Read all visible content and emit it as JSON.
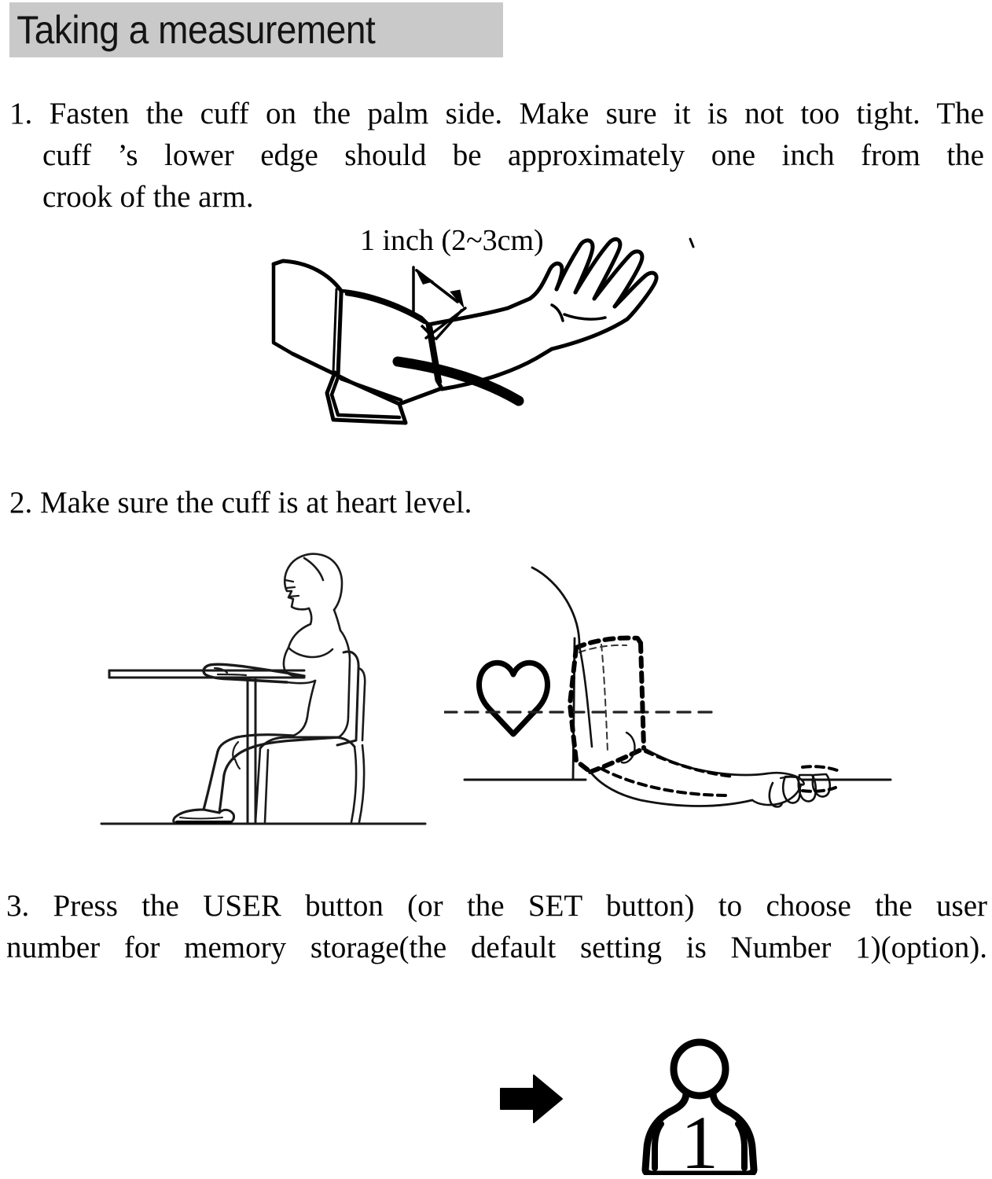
{
  "header": {
    "title": "Taking a measurement",
    "background_color": "#c9c9c9"
  },
  "steps": [
    {
      "number": "1.",
      "lines": [
        "1. Fasten the cuff on the palm side. Make sure it is not too tight.  The",
        "cuff ’s  lower  edge  should  be  approximately  one  inch  from the",
        "crook of the arm."
      ],
      "full_text": "1. Fasten the cuff on the palm side. Make sure it is not too tight. The cuff’s lower edge should be approximately one inch from the crook of the arm."
    },
    {
      "number": "2.",
      "lines": [
        "2. Make sure the cuff is at heart level."
      ],
      "full_text": "2. Make sure the cuff is at heart level."
    },
    {
      "number": "3.",
      "lines": [
        "3. Press the USER  button (or the SET  button)  to  choose  the  user",
        "number  for memory storage(the default setting is Number 1)(option)."
      ],
      "full_text": "3. Press the USER button (or the SET button) to choose the user number for memory storage(the default setting is Number 1)(option)."
    }
  ],
  "figures": {
    "cuff_diagram": {
      "label": "1 inch (2~3cm)",
      "caption_alt": "Arm with blood pressure cuff fastened on the palm side, dimension arrow showing gap to crook of arm"
    },
    "seated_diagram": {
      "caption_alt": "Person seated at a table with forearm resting on the tabletop"
    },
    "heart_level_diagram": {
      "caption_alt": "Torso in profile with heart outline and dashed horizontal line showing cuff aligned at heart level"
    },
    "user_select_diagram": {
      "arrow": "→",
      "user_number": "1",
      "caption_alt": "Arrow pointing to a person icon labelled with user number 1"
    }
  },
  "colors": {
    "ink": "#000000",
    "page_background": "#ffffff",
    "header_highlight": "#c9c9c9"
  }
}
